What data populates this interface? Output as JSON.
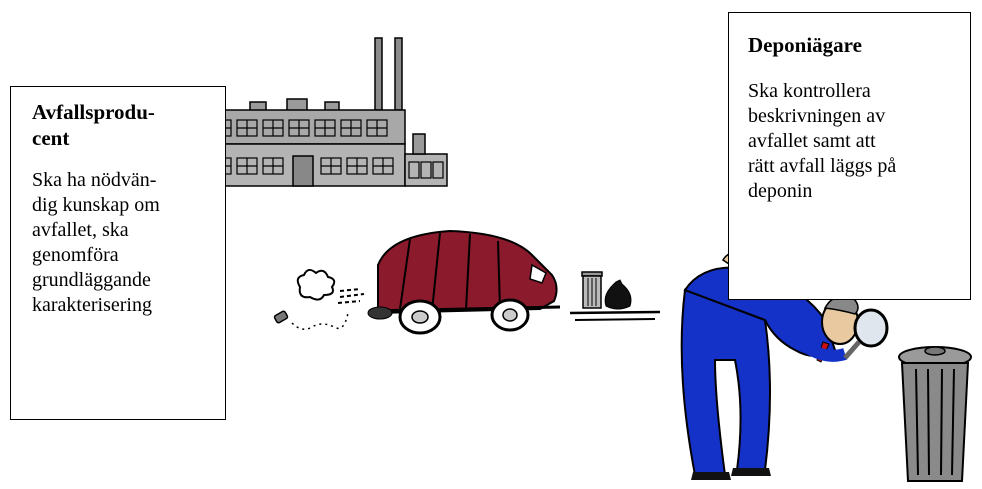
{
  "producer": {
    "title": "Avfallsprodu-\ncent",
    "body": "Ska ha nödvän-\ndig kunskap om\navfallet, ska\ngenomföra\ngrundläggande\nkarakterisering"
  },
  "owner": {
    "title": "Deponiägare",
    "body": "Ska kontrollera\nbeskrivningen av\navfallet samt att\nrätt avfall läggs på\ndeponin"
  },
  "icons": [
    "factory-icon",
    "garbage-truck-icon",
    "trash-can-icon",
    "garbage-bag-icon",
    "inspector-man-icon",
    "magnifying-glass-icon",
    "large-trash-can-icon"
  ],
  "colors": {
    "truck": "#8b1a2c",
    "suit": "#1432c8",
    "building": "#a0a0a0",
    "can": "#8a8a8a"
  }
}
